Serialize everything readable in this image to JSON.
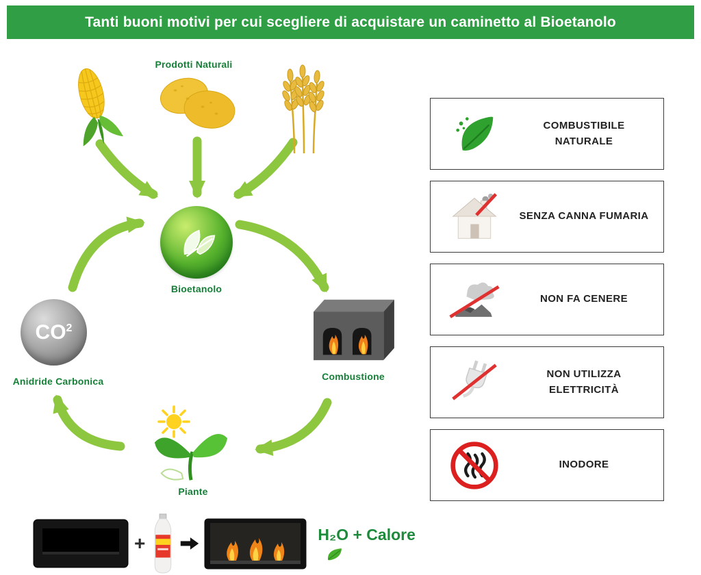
{
  "banner": {
    "title": "Tanti buoni motivi per cui scegliere di acquistare un caminetto al Bioetanolo"
  },
  "colors": {
    "banner_green": "#2f9e44",
    "label_green": "#168038",
    "arrow_green": "#8dc63f",
    "sphere_green": "#59b42e",
    "result_green": "#1d8a3c",
    "prohibition_red": "#e03131"
  },
  "cycle": {
    "products_label": "Prodotti Naturali",
    "bioethanol_label": "Bioetanolo",
    "co2_base": "CO",
    "co2_exp": "2",
    "co2_label": "Anidride Carbonica",
    "combustion_label": "Combustione",
    "plants_label": "Piante",
    "icons": [
      "corn-icon",
      "potatoes-icon",
      "wheat-icon",
      "leaf-sphere-icon",
      "co2-sphere-icon",
      "fireplace-icon",
      "sun-icon",
      "sprout-icon",
      "cycle-arrow-icon"
    ]
  },
  "benefits": [
    {
      "icon": "natural-fuel-leaf-icon",
      "label": "COMBUSTIBILE NATURALE"
    },
    {
      "icon": "no-chimney-house-icon",
      "label": "SENZA CANNA FUMARIA"
    },
    {
      "icon": "no-ash-icon",
      "label": "NON FA CENERE"
    },
    {
      "icon": "no-electricity-plug-icon",
      "label": "NON UTILIZZA ELETTRICITÀ"
    },
    {
      "icon": "odorless-icon",
      "label": "INODORE"
    }
  ],
  "equation": {
    "plus_sign": "+",
    "result_label": "H₂O + Calore",
    "icons": [
      "black-fireplace-icon",
      "bioethanol-bottle-icon",
      "arrow-right-icon",
      "burning-fireplace-icon",
      "leaf-icon"
    ]
  }
}
